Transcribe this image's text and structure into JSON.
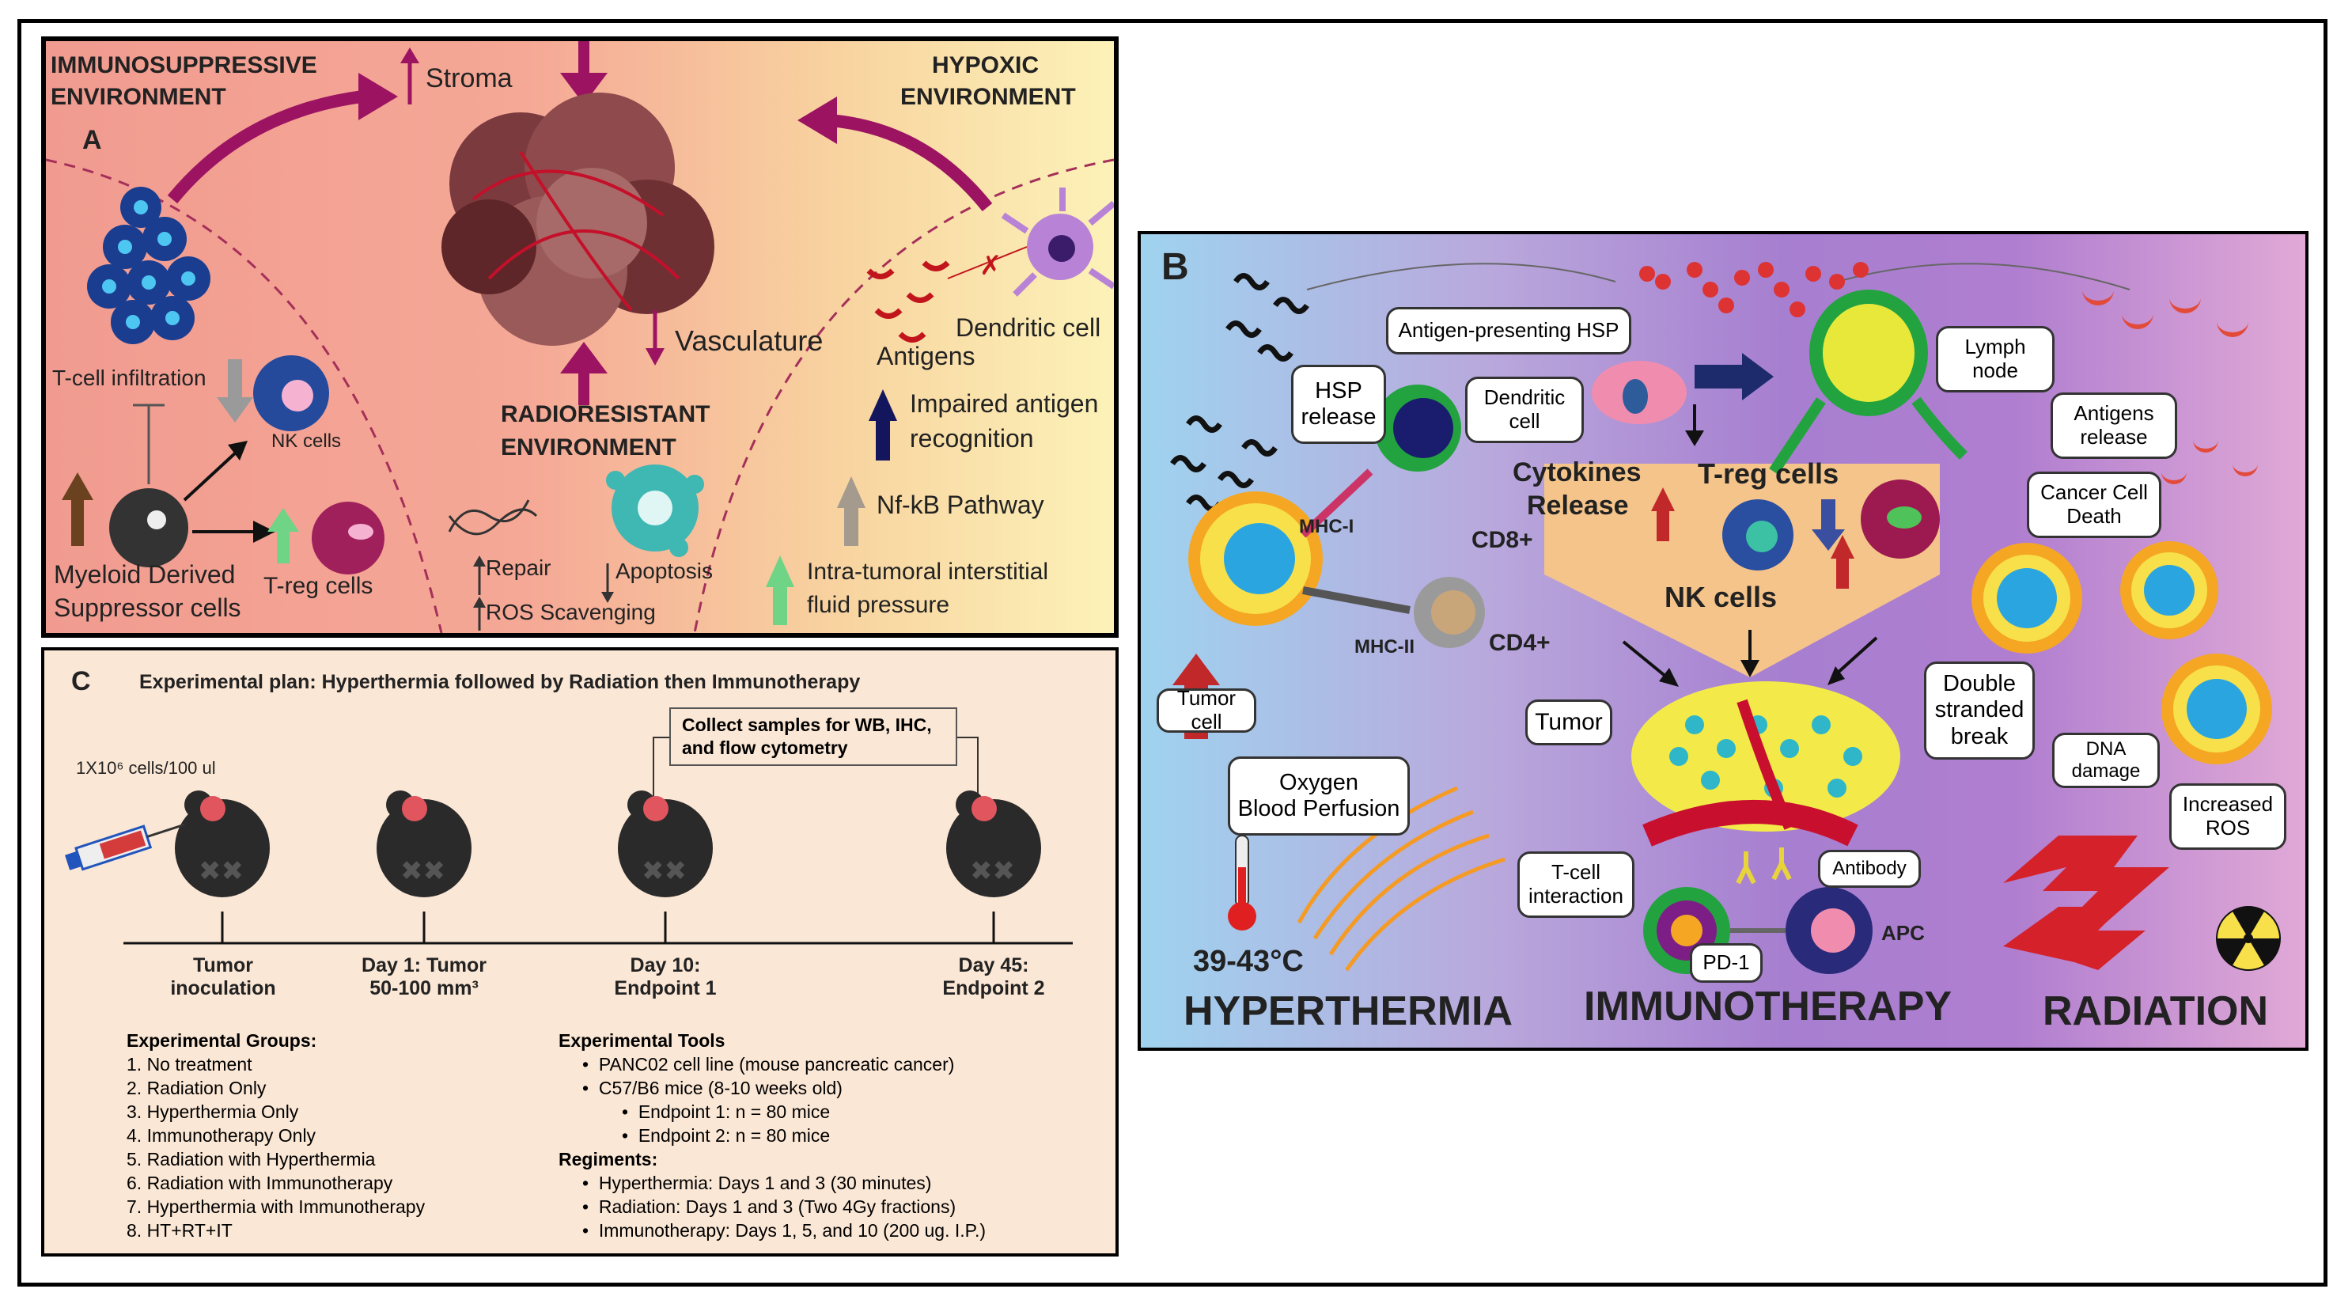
{
  "panel_a": {
    "letter": "A",
    "env_immuno_line1": "IMMUNOSUPPRESSIVE",
    "env_immuno_line2": "ENVIRONMENT",
    "env_hypoxic_line1": "HYPOXIC",
    "env_hypoxic_line2": "ENVIRONMENT",
    "env_radio_line1": "RADIORESISTANT",
    "env_radio_line2": "ENVIRONMENT",
    "stroma": "Stroma",
    "vasculature": "Vasculature",
    "tcell_infiltration": "T-cell infiltration",
    "nk_cells": "NK cells",
    "mdsc_line1": "Myeloid Derived",
    "mdsc_line2": "Suppressor cells",
    "treg_cells": "T-reg cells",
    "repair": "Repair",
    "ros_scavenging": "ROS Scavenging",
    "apoptosis": "Apoptosis",
    "antigens": "Antigens",
    "dendritic_cell": "Dendritic cell",
    "impaired_line1": "Impaired antigen",
    "impaired_line2": "recognition",
    "nfkb": "Nf-kB Pathway",
    "fluid_line1": "Intra-tumoral interstitial",
    "fluid_line2": "fluid pressure"
  },
  "panel_b": {
    "letter": "B",
    "antigen_hsp": "Antigen-presenting HSP",
    "hsp_release_line1": "HSP",
    "hsp_release_line2": "release",
    "dendritic_cell_line1": "Dendritic",
    "dendritic_cell_line2": "cell",
    "lymph_node_line1": "Lymph",
    "lymph_node_line2": "node",
    "antigens_release_line1": "Antigens",
    "antigens_release_line2": "release",
    "cytokines_line1": "Cytokines",
    "cytokines_line2": "Release",
    "treg_cells": "T-reg cells",
    "nk_cells": "NK cells",
    "cancer_death_line1": "Cancer Cell",
    "cancer_death_line2": "Death",
    "mhc1": "MHC-I",
    "mhc2": "MHC-II",
    "cd8": "CD8+",
    "cd4": "CD4+",
    "tumor_cell": "Tumor cell",
    "tumor": "Tumor",
    "double_strand_line1": "Double",
    "double_strand_line2": "stranded",
    "double_strand_line3": "break",
    "dna_damage_line1": "DNA",
    "dna_damage_line2": "damage",
    "increased_ros_line1": "Increased",
    "increased_ros_line2": "ROS",
    "oxygen_line1": "Oxygen",
    "oxygen_line2": "Blood Perfusion",
    "tcell_interaction_line1": "T-cell",
    "tcell_interaction_line2": "interaction",
    "antibody": "Antibody",
    "pd1": "PD-1",
    "apc": "APC",
    "temperature": "39-43°C",
    "hyperthermia": "HYPERTHERMIA",
    "immunotherapy": "IMMUNOTHERAPY",
    "radiation": "RADIATION"
  },
  "panel_c": {
    "letter": "C",
    "title": "Experimental plan: Hyperthermia followed by Radiation then Immunotherapy",
    "dose": "1X10⁶ cells/100 ul",
    "collect_line1": "Collect samples for WB, IHC,",
    "collect_line2": "and flow cytometry",
    "timeline": [
      {
        "line1": "Tumor",
        "line2": "inoculation"
      },
      {
        "line1": "Day 1: Tumor",
        "line2": "50-100 mm³"
      },
      {
        "line1": "Day 10:",
        "line2": "Endpoint 1"
      },
      {
        "line1": "Day 45:",
        "line2": "Endpoint 2"
      }
    ],
    "groups_title": "Experimental Groups:",
    "groups": [
      "1.  No treatment",
      "2.  Radiation Only",
      "3.  Hyperthermia Only",
      "4.  Immunotherapy Only",
      "5.  Radiation with Hyperthermia",
      "6.  Radiation with Immunotherapy",
      "7.  Hyperthermia with Immunotherapy",
      "8.  HT+RT+IT"
    ],
    "tools_title": "Experimental Tools",
    "tools": [
      "PANC02 cell line (mouse pancreatic cancer)",
      "C57/B6 mice (8-10 weeks old)"
    ],
    "endpoints": [
      "Endpoint 1: n = 80 mice",
      "Endpoint 2: n = 80 mice"
    ],
    "regiments_title": "Regiments:",
    "regiments": [
      "Hyperthermia: Days 1 and 3 (30 minutes)",
      "Radiation: Days 1 and 3 (Two 4Gy fractions)",
      "Immunotherapy: Days 1, 5, and 10 (200 ug. I.P.)"
    ]
  }
}
